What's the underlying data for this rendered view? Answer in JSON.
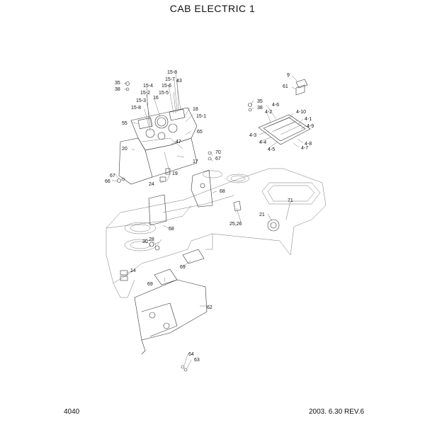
{
  "header": {
    "title": "CAB ELECTRIC 1"
  },
  "footer": {
    "page_number": "4040",
    "revision": "2003. 6.30  REV.6"
  },
  "callouts": [
    "35",
    "38",
    "15-4",
    "15-2",
    "15-3",
    "15-8",
    "16",
    "15-8",
    "15-7",
    "15-6",
    "15-5",
    "43",
    "18",
    "15-1",
    "55",
    "65",
    "47",
    "17",
    "20",
    "67",
    "66",
    "24",
    "19",
    "70",
    "67",
    "68",
    "68",
    "28",
    "30",
    "14",
    "69",
    "69",
    "62",
    "64",
    "63",
    "25,26",
    "21",
    "71",
    "9",
    "61",
    "35",
    "38",
    "4-6",
    "4-2",
    "4-10",
    "4-1",
    "4-9",
    "4-3",
    "4-4",
    "4-5",
    "4-8",
    "4-7"
  ]
}
